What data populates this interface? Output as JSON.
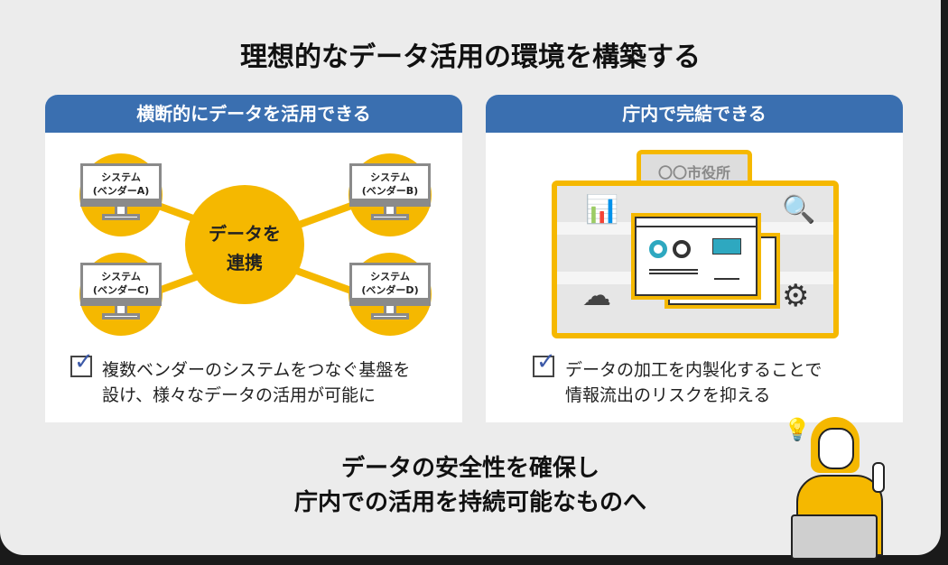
{
  "title": "理想的なデータ活用の環境を構築する",
  "left_card": {
    "header": "横断的にデータを活用できる",
    "hub": [
      "データを",
      "連携"
    ],
    "systems": [
      {
        "line1": "システム",
        "line2": "(ベンダーA)"
      },
      {
        "line1": "システム",
        "line2": "(ベンダーB)"
      },
      {
        "line1": "システム",
        "line2": "(ベンダーC)"
      },
      {
        "line1": "システム",
        "line2": "(ベンダーD)"
      }
    ],
    "check_text": [
      "複数ベンダーのシステムをつなぐ基盤を",
      "設け、様々なデータの活用が可能に"
    ]
  },
  "right_card": {
    "header": "庁内で完結できる",
    "building_sign": "〇〇市役所",
    "check_text": [
      "データの加工を内製化することで",
      "情報流出のリスクを抑える"
    ]
  },
  "conclusion": [
    "データの安全性を確保し",
    "庁内での活用を持続可能なものへ"
  ],
  "colors": {
    "accent": "#f5b800",
    "header": "#3a6fb0",
    "background": "#ececec"
  }
}
